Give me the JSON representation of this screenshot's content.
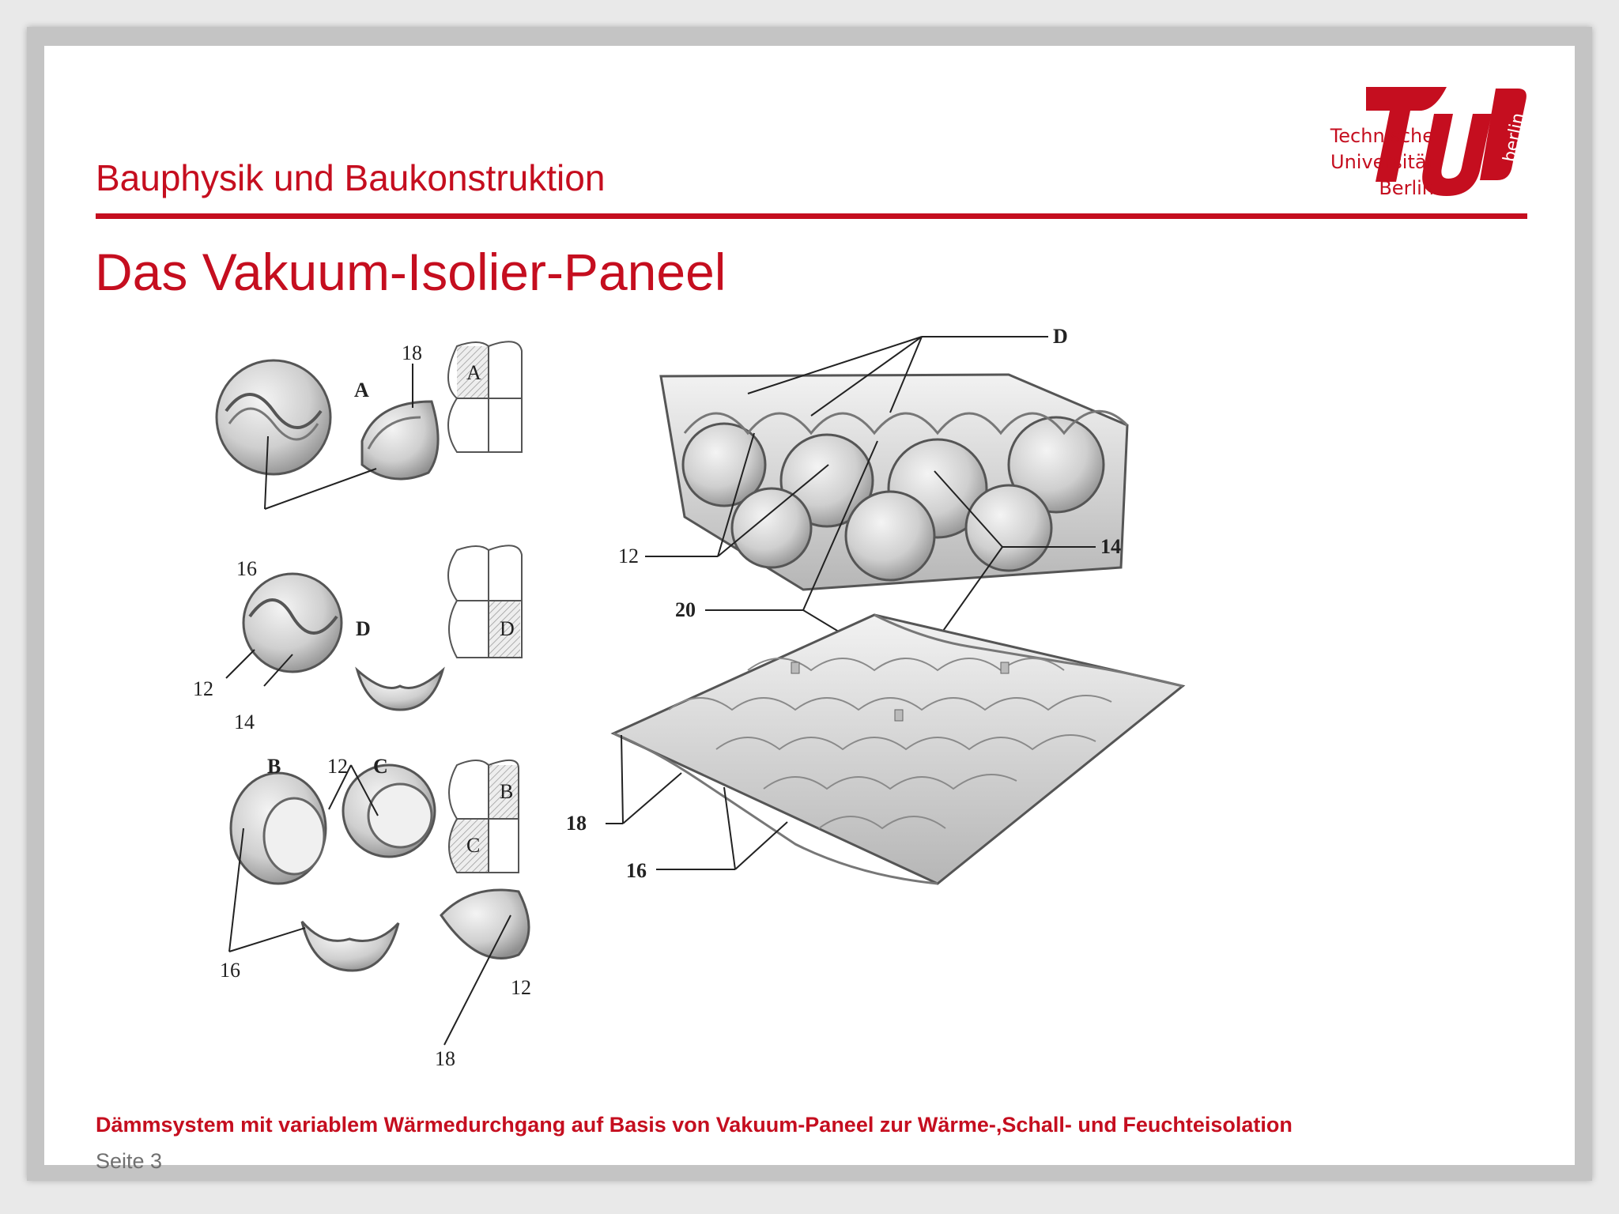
{
  "header": {
    "section_title": "Bauphysik und Baukonstruktion",
    "logo_lines": [
      "Technische",
      "Universität",
      "Berlin"
    ],
    "logo_side_text": "berlin"
  },
  "slide": {
    "title": "Das Vakuum-Isolier-Paneel"
  },
  "figure": {
    "left_labels": {
      "a": "A",
      "d": "D",
      "b": "B",
      "c": "C",
      "n18_top": "18",
      "n16_top": "16",
      "n12_mid": "12",
      "n14_mid": "14",
      "n12_bc": "12",
      "n16_bottom": "16",
      "n18_bottom": "18",
      "n12_bottom": "12"
    },
    "quadrant_labels": {
      "q1": "A",
      "q2": "D",
      "q3_b": "B",
      "q3_c": "C"
    },
    "right_labels": {
      "d": "D",
      "n12": "12",
      "n14": "14",
      "n20": "20",
      "n18": "18",
      "n16": "16"
    }
  },
  "footer": {
    "caption": "Dämmsystem mit variablem Wärmedurchgang auf Basis von Vakuum-Paneel zur Wärme-,Schall- und Feuchteisolation",
    "page": "Seite 3"
  },
  "colors": {
    "accent": "#c50e1f",
    "frame": "#c4c4c4",
    "muted_text": "#707070"
  }
}
